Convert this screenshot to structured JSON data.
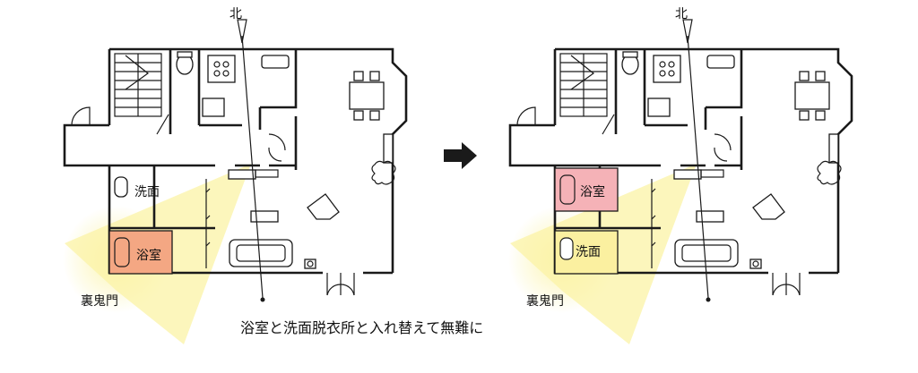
{
  "north_label": "北",
  "before": {
    "washroom_label": "洗面",
    "bath_label": "浴室",
    "ura_kimon_label": "裏鬼門"
  },
  "after": {
    "washroom_label": "洗面",
    "bath_label": "浴室",
    "ura_kimon_label": "裏鬼門"
  },
  "caption": "浴室と洗面脱衣所と入れ替えて無難に",
  "colors": {
    "kimon_zone": "#fbf3a6",
    "bath_before": "#f4a783",
    "bath_after": "#f5b2b7",
    "wash_after": "#fbf0a0",
    "line": "#1a1a1a"
  },
  "arrow_icon": "right-arrow-icon"
}
